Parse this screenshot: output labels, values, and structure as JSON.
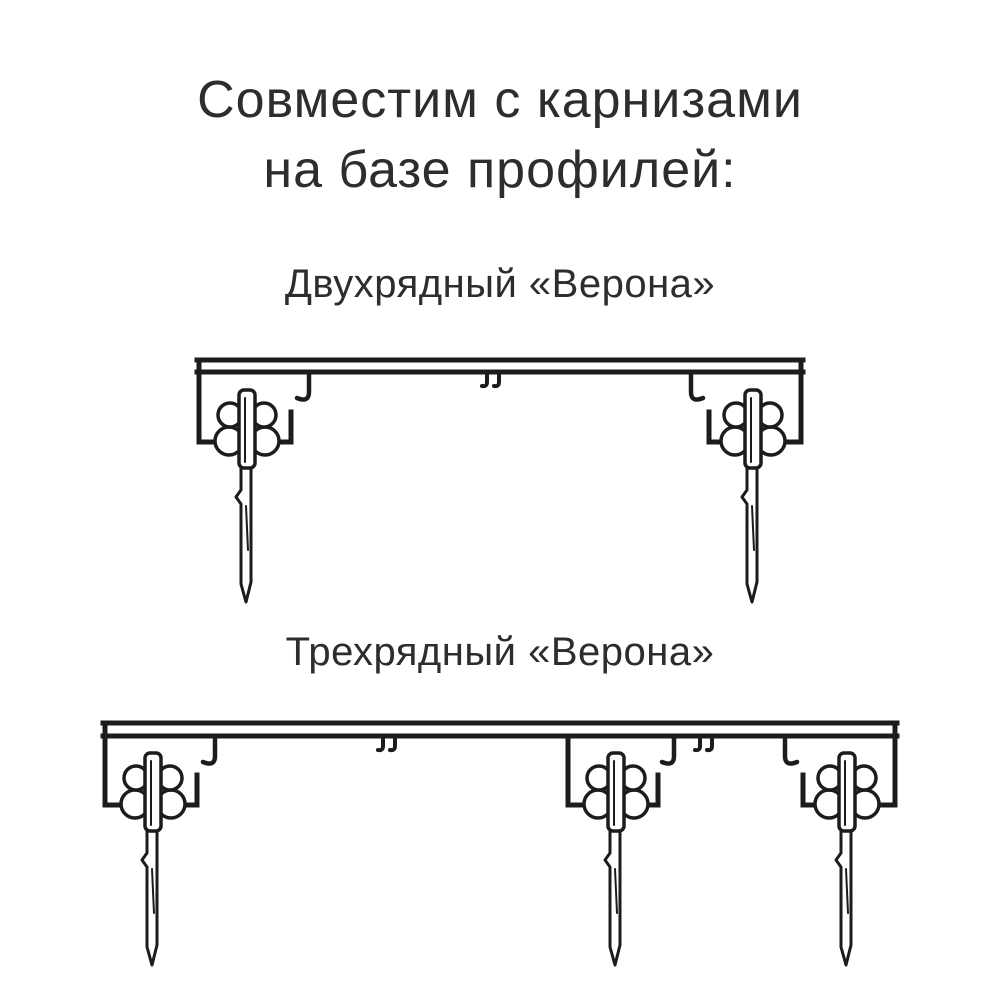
{
  "title": {
    "line1": "Совместим с карнизами",
    "line2": "на базе профилей:"
  },
  "sections": [
    {
      "id": "two-row",
      "label": "Двухрядный «Верона»",
      "rows": 2,
      "gliders": 2
    },
    {
      "id": "three-row",
      "label": "Трехрядный «Верона»",
      "rows": 3,
      "gliders": 3
    }
  ],
  "colors": {
    "line": "#1c1c1c",
    "text": "#2d2d2d",
    "background": "#ffffff"
  }
}
